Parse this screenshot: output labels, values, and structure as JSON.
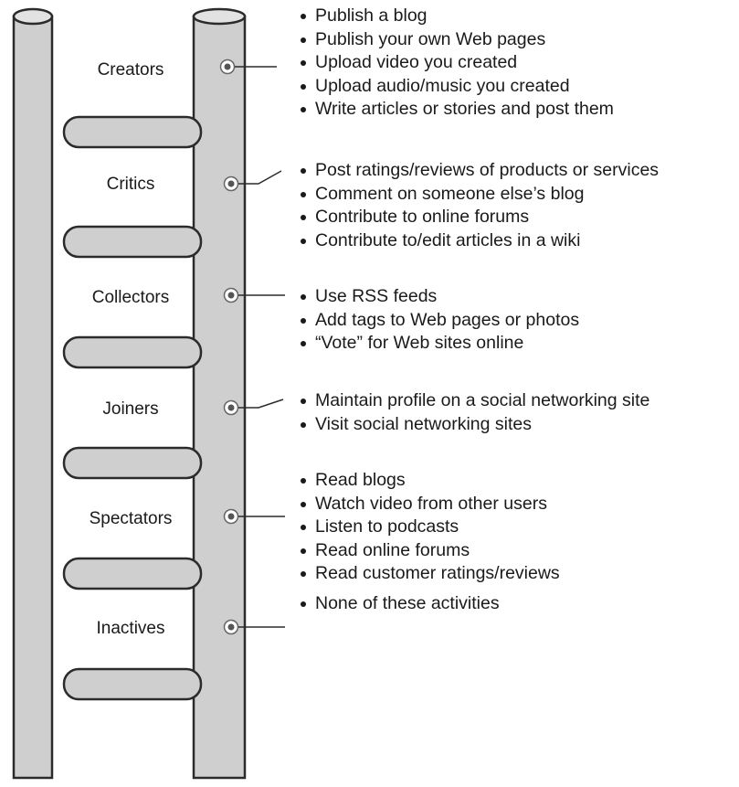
{
  "diagram": {
    "colors": {
      "pole": "#cfcfcf",
      "outline": "#2b2b2b",
      "text": "#1a1a1a"
    },
    "levels": [
      {
        "label": "Creators",
        "activities": [
          "Publish a blog",
          "Publish your own Web pages",
          "Upload video you created",
          "Upload audio/music you created",
          "Write articles or stories and post them"
        ]
      },
      {
        "label": "Critics",
        "activities": [
          "Post ratings/reviews of products or services",
          "Comment on someone else’s blog",
          "Contribute to online forums",
          "Contribute to/edit articles in a wiki"
        ]
      },
      {
        "label": "Collectors",
        "activities": [
          "Use RSS feeds",
          "Add tags to Web pages or photos",
          "“Vote” for Web sites online"
        ]
      },
      {
        "label": "Joiners",
        "activities": [
          "Maintain profile on a social networking site",
          "Visit social networking sites"
        ]
      },
      {
        "label": "Spectators",
        "activities": [
          "Read blogs",
          "Watch video from other users",
          "Listen to podcasts",
          "Read online forums",
          "Read customer ratings/reviews"
        ]
      },
      {
        "label": "Inactives",
        "activities": [
          "None of these activities"
        ]
      }
    ]
  }
}
